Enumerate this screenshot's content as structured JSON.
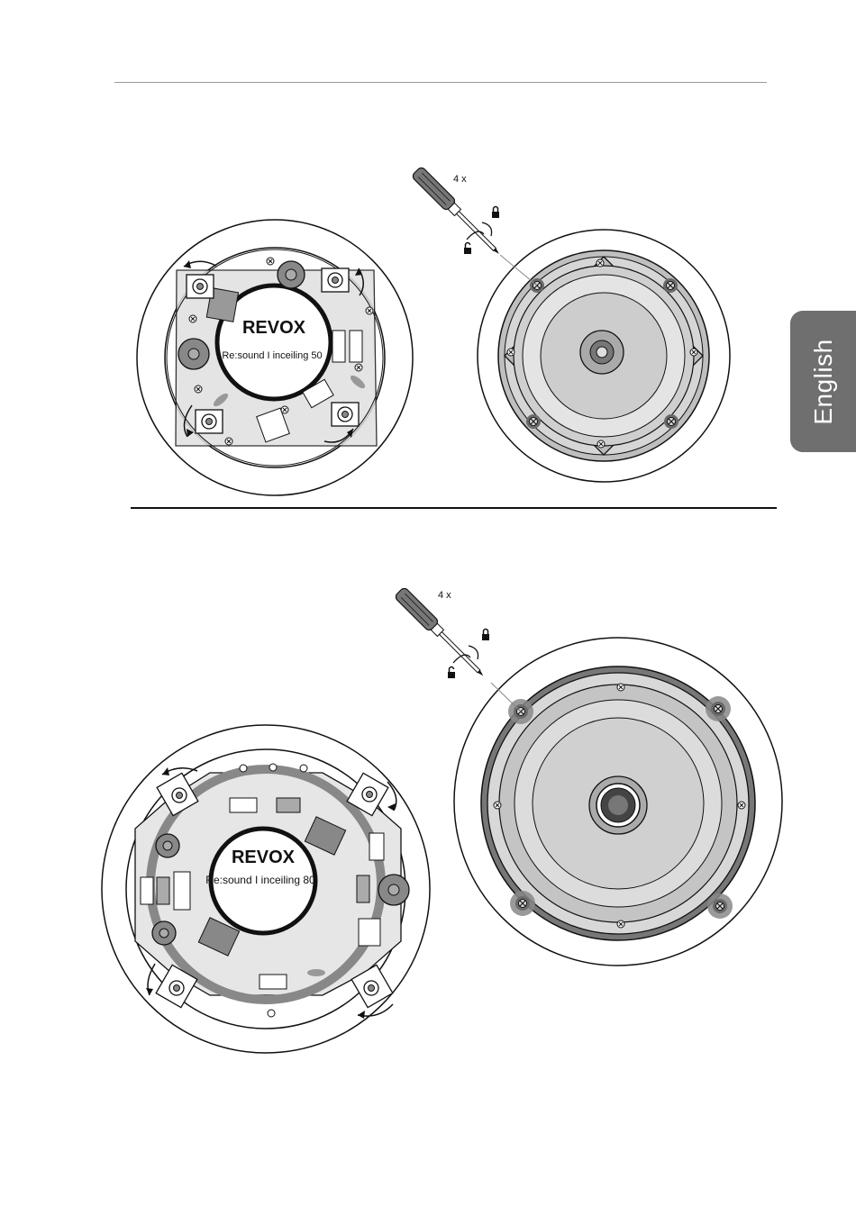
{
  "sidebar_tab": {
    "label": "English"
  },
  "figure_top": {
    "screw_count": "4 x",
    "brand": "REVOX",
    "model": "Re:sound I inceiling 50"
  },
  "figure_bottom": {
    "screw_count": "4 x",
    "brand": "REVOX",
    "model": "Re:sound I inceiling 80"
  }
}
